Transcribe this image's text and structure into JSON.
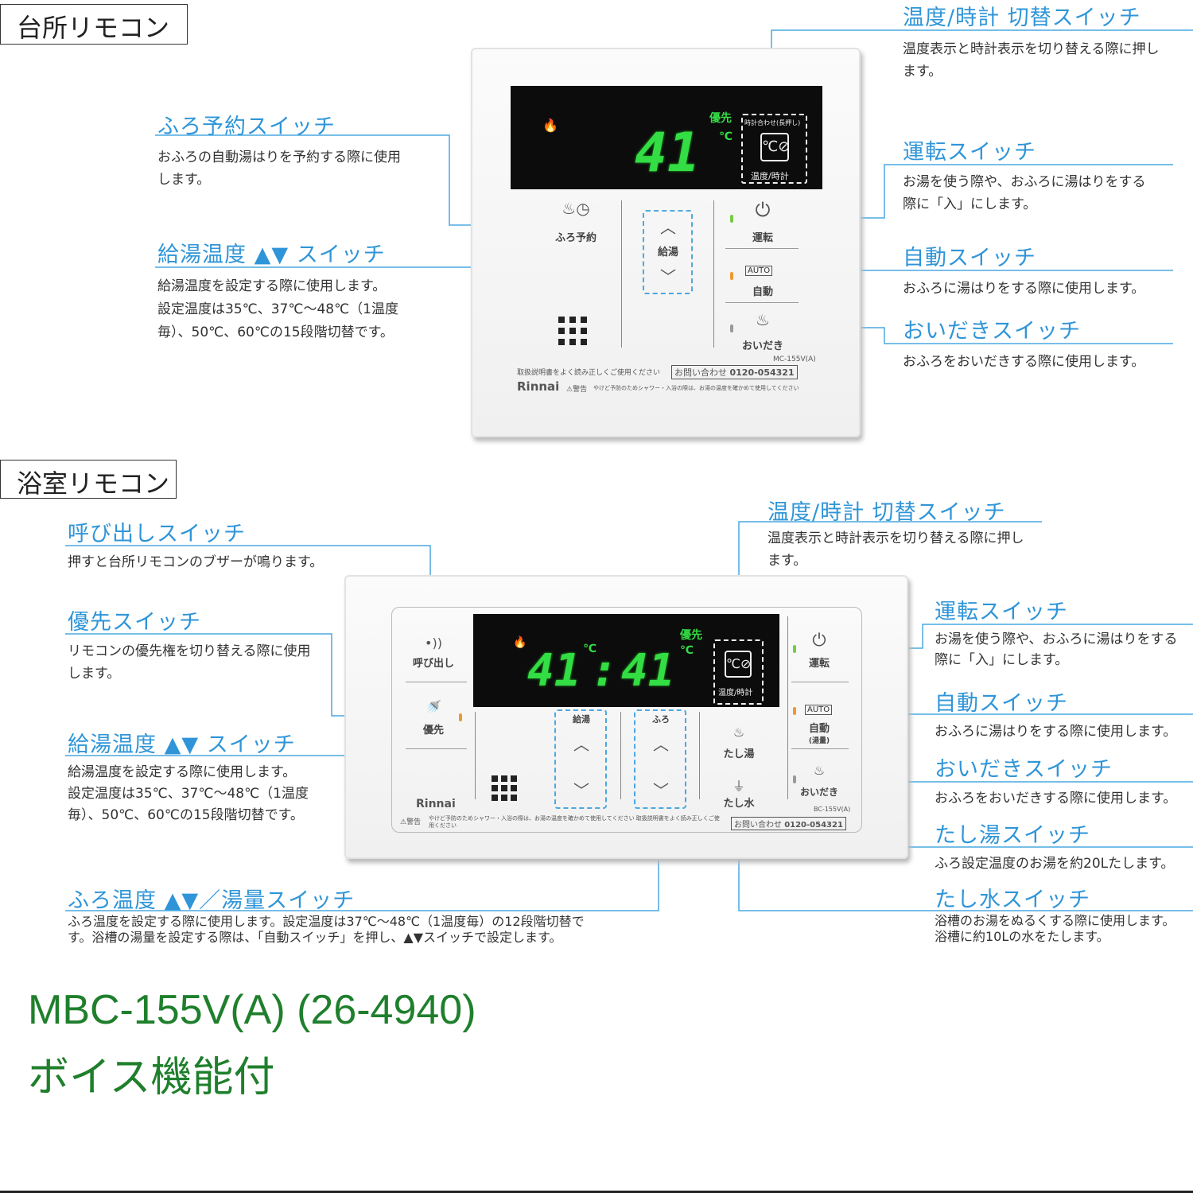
{
  "kitchen": {
    "section_label": "台所リモコン",
    "display": {
      "temperature": "41",
      "priority": "優先",
      "unit": "℃",
      "clock_set": "時計合わせ(長押し)",
      "toggle_label": "温度/時計"
    },
    "buttons": {
      "reserve": "ふろ予約",
      "hot_water": "給湯",
      "power": "運転",
      "auto_icon": "AUTO",
      "auto": "自動",
      "reheat": "おいだき"
    },
    "model": "MC-155V(A)",
    "brand": "Rinnai",
    "notice1": "取扱説明書をよく読み正しくご使用ください",
    "phone_label": "お問い合わせ",
    "phone": "0120-054321",
    "warning": "⚠警告",
    "notice2": "やけど予防のためシャワー・入浴の際は、お湯の温度を確かめて使用してください",
    "callouts": [
      {
        "title": "ふろ予約スイッチ",
        "desc": "おふろの自動湯はりを予約する際に使用\nします。"
      },
      {
        "title": "給湯温度 ▲▼ スイッチ",
        "desc": "給湯温度を設定する際に使用します。\n設定温度は35℃、37℃〜48℃（1温度\n毎）、50℃、60℃の15段階切替です。"
      },
      {
        "title": "温度/時計 切替スイッチ",
        "desc": "温度表示と時計表示を切り替える際に押し\nます。"
      },
      {
        "title": "運転スイッチ",
        "desc": "お湯を使う際や、おふろに湯はりをする\n際に「入」にします。"
      },
      {
        "title": "自動スイッチ",
        "desc": "おふろに湯はりをする際に使用します。"
      },
      {
        "title": "おいだきスイッチ",
        "desc": "おふろをおいだきする際に使用します。"
      }
    ]
  },
  "bathroom": {
    "section_label": "浴室リモコン",
    "display": {
      "temperature_left": "41",
      "temperature_right": "41",
      "priority": "優先",
      "unit": "℃",
      "toggle_label": "温度/時計"
    },
    "buttons": {
      "call": "呼び出し",
      "priority": "優先",
      "hot_water": "給湯",
      "bath": "ふろ",
      "add_hot": "たし湯",
      "add_cold": "たし水",
      "power": "運転",
      "auto_icon": "AUTO",
      "auto": "自動",
      "auto_sub": "(湯量)",
      "reheat": "おいだき"
    },
    "model": "BC-155V(A)",
    "brand": "Rinnai",
    "warning": "⚠警告",
    "notice": "やけど予防のためシャワー・入浴の際は、お湯の温度を確かめて使用してください 取扱説明書をよく読み正しくご使用ください",
    "phone_label": "お問い合わせ",
    "phone": "0120-054321",
    "callouts": [
      {
        "title": "呼び出しスイッチ",
        "desc": "押すと台所リモコンのブザーが鳴ります。"
      },
      {
        "title": "優先スイッチ",
        "desc": "リモコンの優先権を切り替える際に使用\nします。"
      },
      {
        "title": "給湯温度 ▲▼ スイッチ",
        "desc": "給湯温度を設定する際に使用します。\n設定温度は35℃、37℃〜48℃（1温度\n毎）、50℃、60℃の15段階切替です。"
      },
      {
        "title": "ふろ温度 ▲▼／湯量スイッチ",
        "desc": "ふろ温度を設定する際に使用します。設定温度は37℃〜48℃（1温度毎）の12段階切替で\nす。浴槽の湯量を設定する際は、「自動スイッチ」を押し、▲▼スイッチで設定します。"
      },
      {
        "title": "温度/時計 切替スイッチ",
        "desc": "温度表示と時計表示を切り替える際に押し\nます。"
      },
      {
        "title": "運転スイッチ",
        "desc": "お湯を使う際や、おふろに湯はりをする\n際に「入」にします。"
      },
      {
        "title": "自動スイッチ",
        "desc": "おふろに湯はりをする際に使用します。"
      },
      {
        "title": "おいだきスイッチ",
        "desc": "おふろをおいだきする際に使用します。"
      },
      {
        "title": "たし湯スイッチ",
        "desc": "ふろ設定温度のお湯を約20Lたします。"
      },
      {
        "title": "たし水スイッチ",
        "desc": "浴槽のお湯をぬるくする際に使用します。\n浴槽に約10Lの水をたします。"
      }
    ]
  },
  "product": {
    "model": "MBC-155V(A) (26-4940)",
    "feature": "ボイス機能付"
  },
  "colors": {
    "accent": "#2f95d8",
    "display_digits": "#33dd44",
    "product_text": "#1f7f2c"
  }
}
